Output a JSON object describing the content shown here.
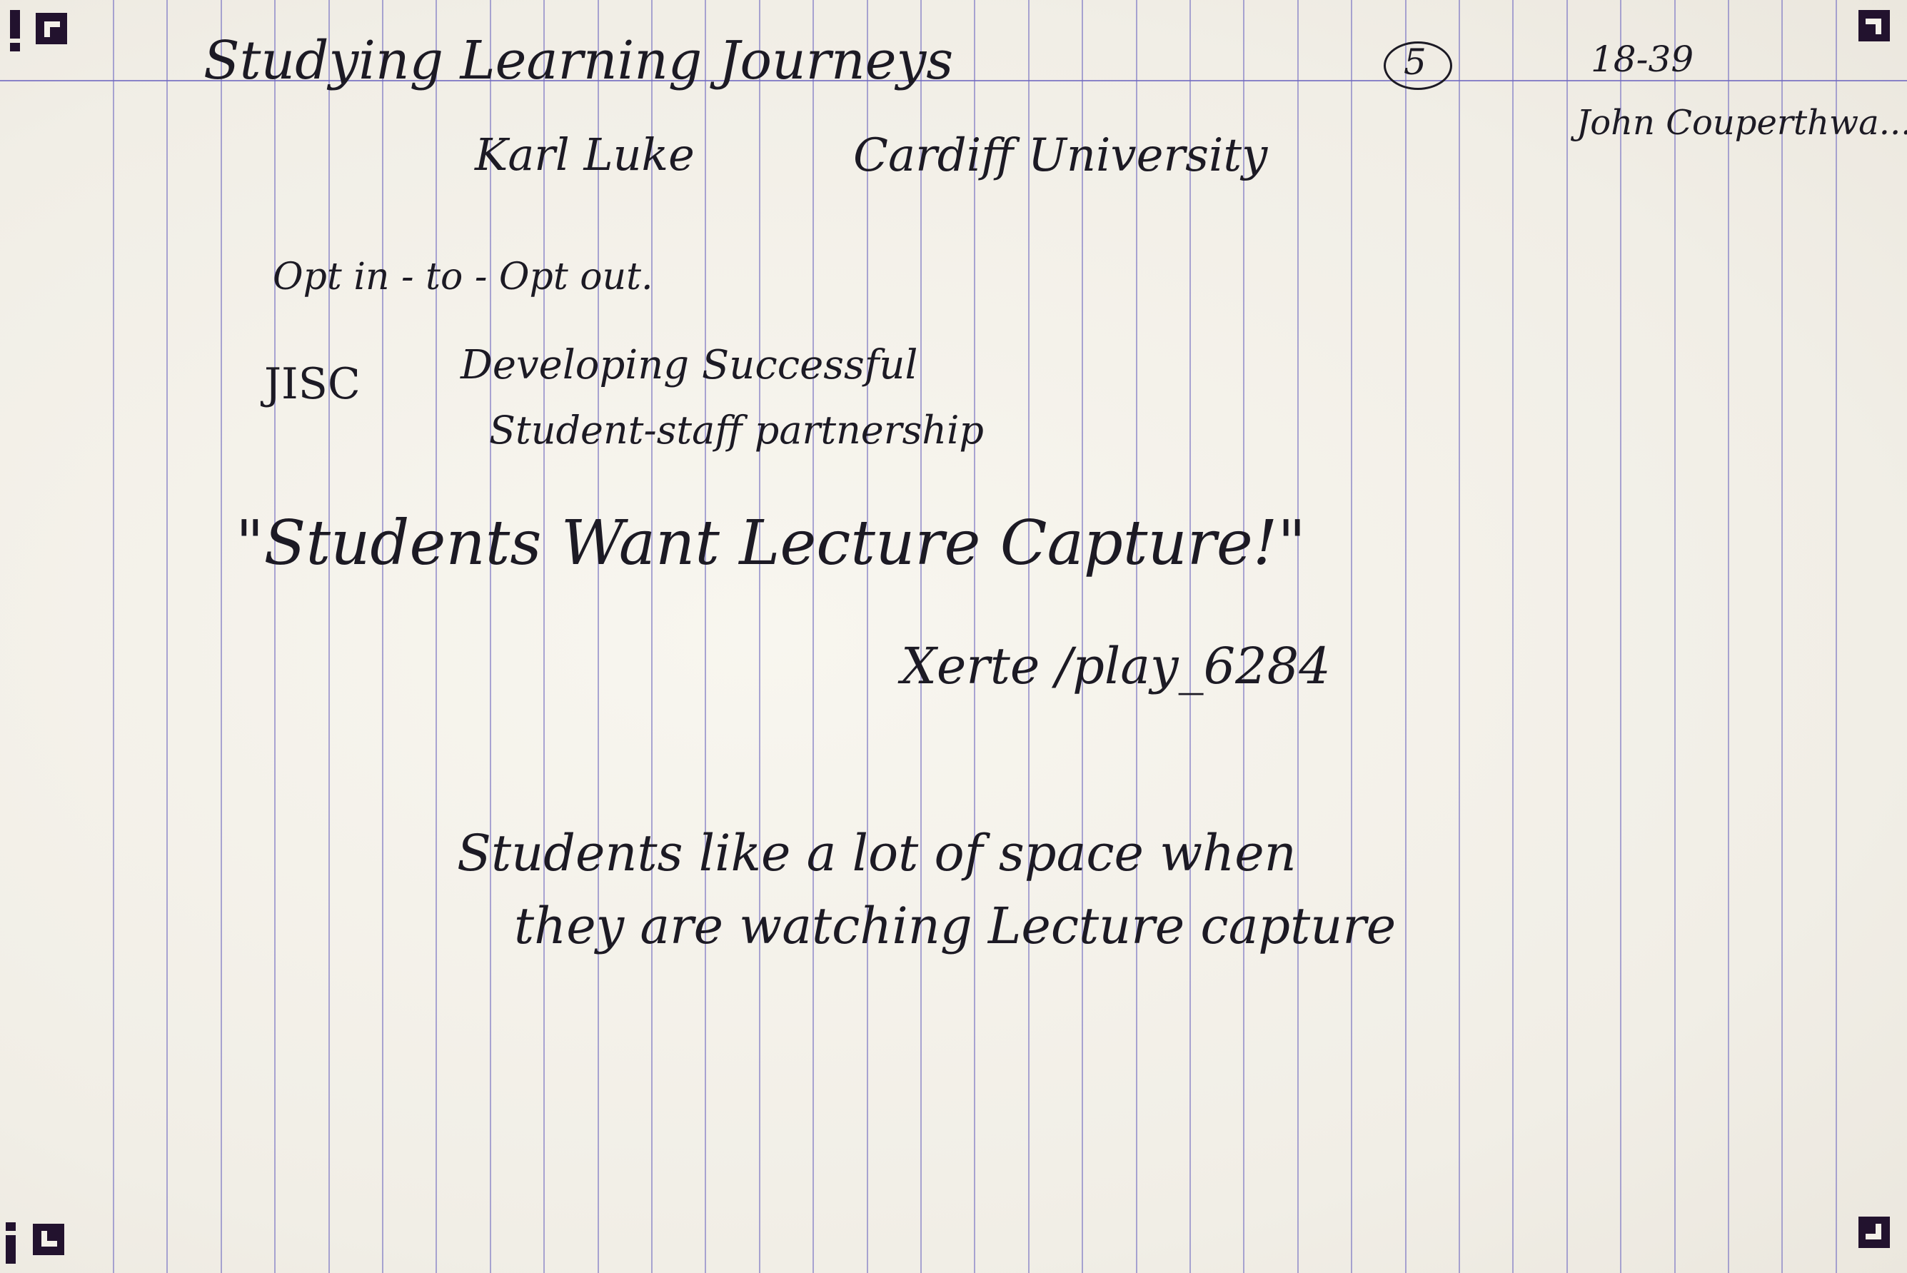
{
  "header": {
    "title": "Studying Learning Journeys",
    "page_number": "5",
    "time": "18-39",
    "attendee": "John Couperthwa..."
  },
  "speaker": {
    "name": "Karl Luke",
    "affiliation": "Cardiff University"
  },
  "notes": {
    "line1": "Opt in - to - Opt out.",
    "jisc_label": "JISC",
    "jisc_line1": "Developing Successful",
    "jisc_line2": "Student-staff partnership",
    "quote": "\"Students Want Lecture Capture!\"",
    "reference": "Xerte /play_6284",
    "finding_line1": "Students like a lot of space when",
    "finding_line2": "they are watching Lecture capture"
  },
  "colors": {
    "paper": "#f4f1ea",
    "rule_lines": "#8d88c8",
    "ink": "#1c1a24",
    "marker": "#22122e"
  }
}
